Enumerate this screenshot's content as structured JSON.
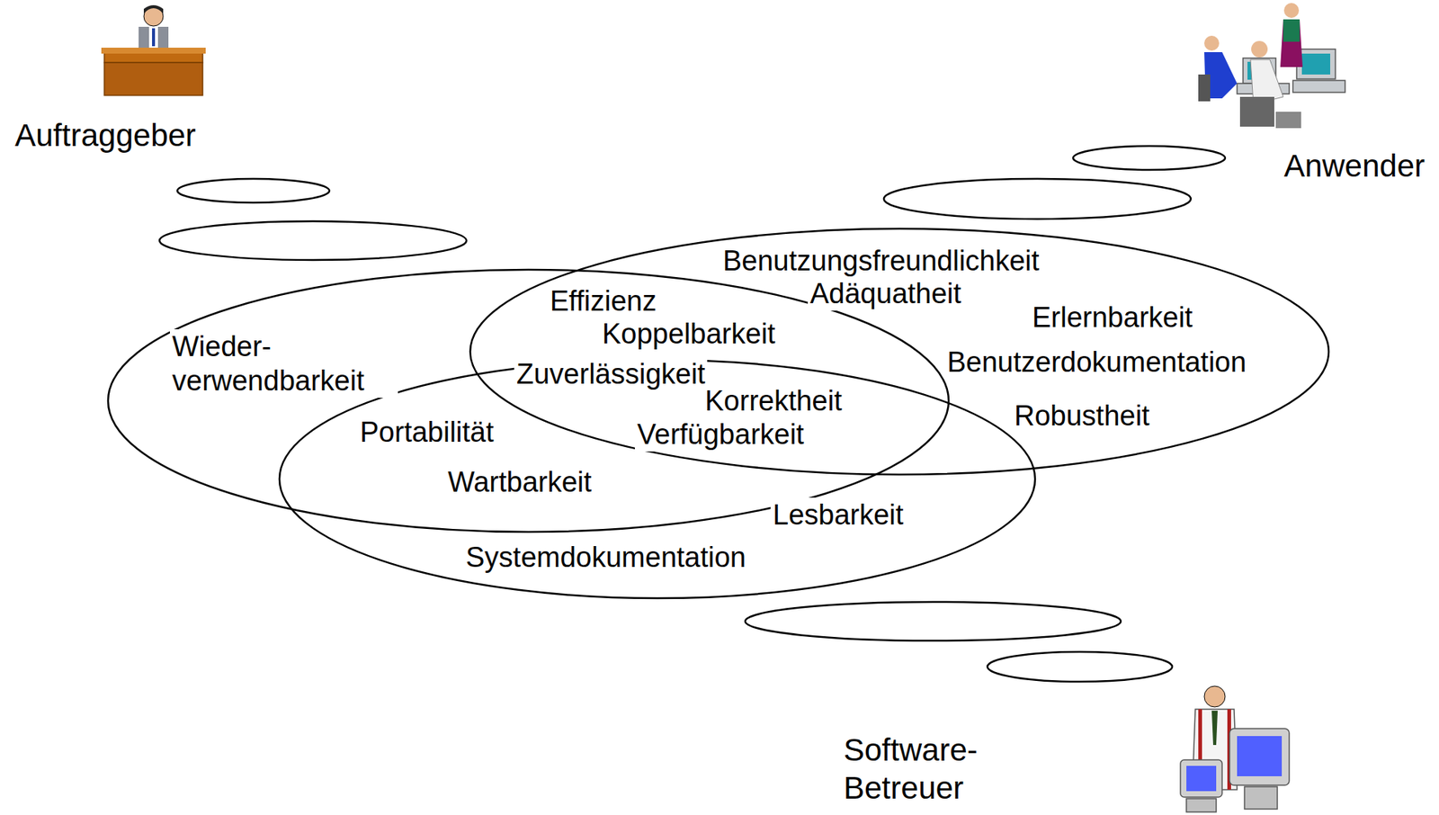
{
  "diagram": {
    "labels": [
      "Auftraggeber",
      "Anwender",
      "Benutzungsfreundlichkeit",
      "Adäquatheit",
      "Effizienz",
      "Erlernbarkeit",
      "Koppelbarkeit",
      "Wieder- verwendbarkeit",
      "Benutzerdokumentation",
      "Zuverlässigkeit",
      "Korrektheit",
      "Robustheit",
      "Portabilität",
      "Verfügbarkeit",
      "Wartbarkeit",
      "Lesbarkeit",
      "Systemdokumentation",
      "Software- Betreuer"
    ]
  }
}
